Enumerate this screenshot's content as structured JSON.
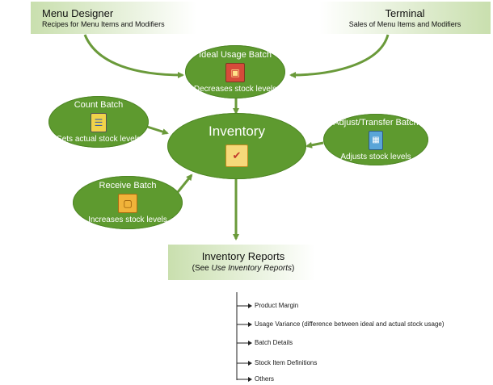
{
  "menu_designer": {
    "title": "Menu Designer",
    "subtitle": "Recipes for Menu Items and Modifiers"
  },
  "terminal": {
    "title": "Terminal",
    "subtitle": "Sales of Menu Items and Modifiers"
  },
  "ideal_usage": {
    "title": "Ideal Usage Batch",
    "subtitle": "Decreases stock levels",
    "icon": "stack-icon"
  },
  "count_batch": {
    "title": "Count Batch",
    "subtitle": "Sets actual stock levels",
    "icon": "clipboard-icon"
  },
  "inventory": {
    "title": "Inventory",
    "icon": "checklist-icon"
  },
  "adjust_transfer": {
    "title": "Adjust/Transfer Batch",
    "subtitle": "Adjusts stock levels",
    "icon": "calculator-icon"
  },
  "receive_batch": {
    "title": "Receive Batch",
    "subtitle": "Increases stock levels",
    "icon": "box-icon"
  },
  "reports": {
    "title": "Inventory Reports",
    "see_prefix": "(See ",
    "see_link": "Use Inventory Reports",
    "see_suffix": ")",
    "items": [
      "Product Margin",
      "Usage Variance (difference between ideal and actual stock usage)",
      "Batch Details",
      "Stock Item Definitions",
      "Others"
    ]
  },
  "colors": {
    "oval": "#5e9a2f",
    "arrow": "#6a9a3a",
    "box_light": "#d6e8c0"
  }
}
